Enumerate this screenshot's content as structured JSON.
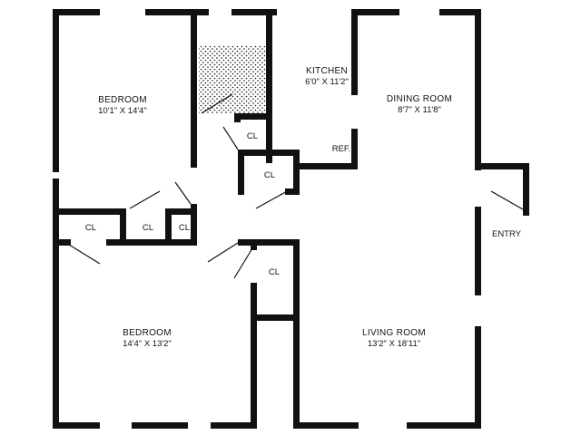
{
  "colors": {
    "wall": "#111111",
    "background": "#ffffff",
    "bath_tile": "#111111"
  },
  "rooms": [
    {
      "id": "bedroom-1",
      "name": "BEDROOM",
      "dimensions": "10'1\" X 14'4\""
    },
    {
      "id": "kitchen",
      "name": "KITCHEN",
      "dimensions": "6'0\" X 11'2\""
    },
    {
      "id": "dining-room",
      "name": "DINING ROOM",
      "dimensions": "8'7\" X 11'8\""
    },
    {
      "id": "bedroom-2",
      "name": "BEDROOM",
      "dimensions": "14'4\" X 13'2\""
    },
    {
      "id": "living-room",
      "name": "LIVING ROOM",
      "dimensions": "13'2\" X 18'11\""
    }
  ],
  "labels": {
    "ref": "REF.",
    "entry": "ENTRY",
    "closet": "CL"
  }
}
